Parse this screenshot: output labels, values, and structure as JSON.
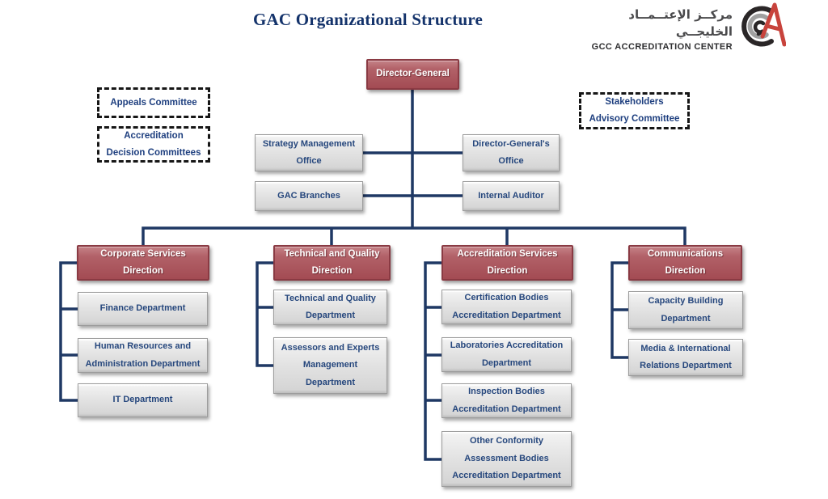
{
  "title": "GAC Organizational Structure",
  "logo": {
    "arabic": "مركــز الإعتــمــاد الخليجــي",
    "english": "GCC ACCREDITATION CENTER",
    "emblem_icon": "gac-circular-ga-monogram",
    "colors": {
      "red": "#c8433c",
      "gray": "#a0a0a0",
      "black": "#2a2627"
    }
  },
  "palette": {
    "connector_line": "#1f3864",
    "direction_box": "#a94f57",
    "direction_box_border": "#8a3a43",
    "department_box": "#e0e0e0",
    "text_navy": "#26477d",
    "title_navy": "#14336b"
  },
  "root": {
    "label": "Director-General"
  },
  "committees_left": [
    {
      "label": "Appeals Committee"
    },
    {
      "label": "Accreditation Decision Committees"
    }
  ],
  "committee_right": {
    "label": "Stakeholders Advisory Committee"
  },
  "offices": [
    {
      "label": "Strategy Management Office"
    },
    {
      "label": "Director-General's Office"
    },
    {
      "label": "GAC Branches"
    },
    {
      "label": "Internal Auditor"
    }
  ],
  "directions": [
    {
      "label": "Corporate Services Direction",
      "departments": [
        "Finance Department",
        "Human Resources and Administration Department",
        "IT Department"
      ]
    },
    {
      "label": "Technical and Quality Direction",
      "departments": [
        "Technical and Quality Department",
        "Assessors and Experts Management Department"
      ]
    },
    {
      "label": "Accreditation Services Direction",
      "departments": [
        "Certification Bodies Accreditation Department",
        "Laboratories Accreditation Department",
        "Inspection Bodies Accreditation Department",
        "Other Conformity Assessment Bodies Accreditation Department"
      ]
    },
    {
      "label": "Communications Direction",
      "departments": [
        "Capacity Building Department",
        "Media & International Relations Department"
      ]
    }
  ]
}
